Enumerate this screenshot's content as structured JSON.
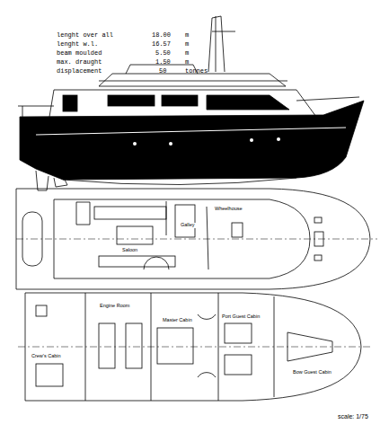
{
  "diagram": {
    "labels": [
      "lenght over all",
      "18.00",
      "m",
      "lenght w.l.",
      "16.57",
      "m",
      "beam moulded",
      "5.50",
      "m",
      "max. draught",
      "1.50",
      "m",
      "displacement",
      "50",
      "tonnes",
      "Galley",
      "Wheelhouse",
      "Saloon",
      "Engine Room",
      "Master Cabin",
      "Port Guest Cabin",
      "Bow Guest Cabin",
      "Crew's Cabin",
      "scale: 1/75"
    ]
  }
}
